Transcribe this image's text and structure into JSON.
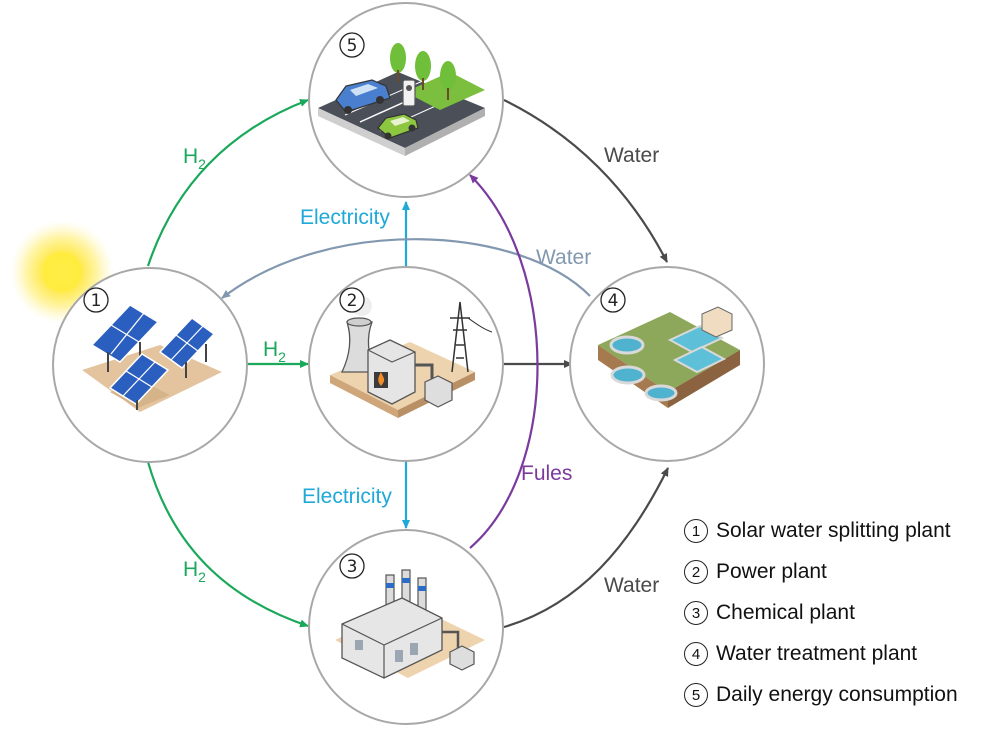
{
  "colors": {
    "h2": "#1aa85a",
    "electricity": "#1fa8d8",
    "water_dark": "#4a4a4a",
    "water_return": "#8298b0",
    "fules": "#7a3a9e"
  },
  "nodes": [
    {
      "id": "1",
      "marker": "①",
      "icon": "solar-panel-field-icon"
    },
    {
      "id": "2",
      "marker": "②",
      "icon": "power-plant-icon"
    },
    {
      "id": "3",
      "marker": "③",
      "icon": "chemical-factory-icon"
    },
    {
      "id": "4",
      "marker": "④",
      "icon": "water-treatment-tanks-icon"
    },
    {
      "id": "5",
      "marker": "⑤",
      "icon": "ev-charging-parking-icon"
    }
  ],
  "flows": {
    "h2_symbol": "H",
    "h2_subscript": "2",
    "electricity_up": "Electricity",
    "electricity_down": "Electricity",
    "water_top": "Water",
    "water_return": "Water",
    "water_bottom": "Water",
    "fules": "Fules"
  },
  "legend": [
    {
      "num": "1",
      "text": "Solar water splitting plant"
    },
    {
      "num": "2",
      "text": "Power plant"
    },
    {
      "num": "3",
      "text": "Chemical plant"
    },
    {
      "num": "4",
      "text": "Water treatment plant"
    },
    {
      "num": "5",
      "text": "Daily energy consumption"
    }
  ]
}
